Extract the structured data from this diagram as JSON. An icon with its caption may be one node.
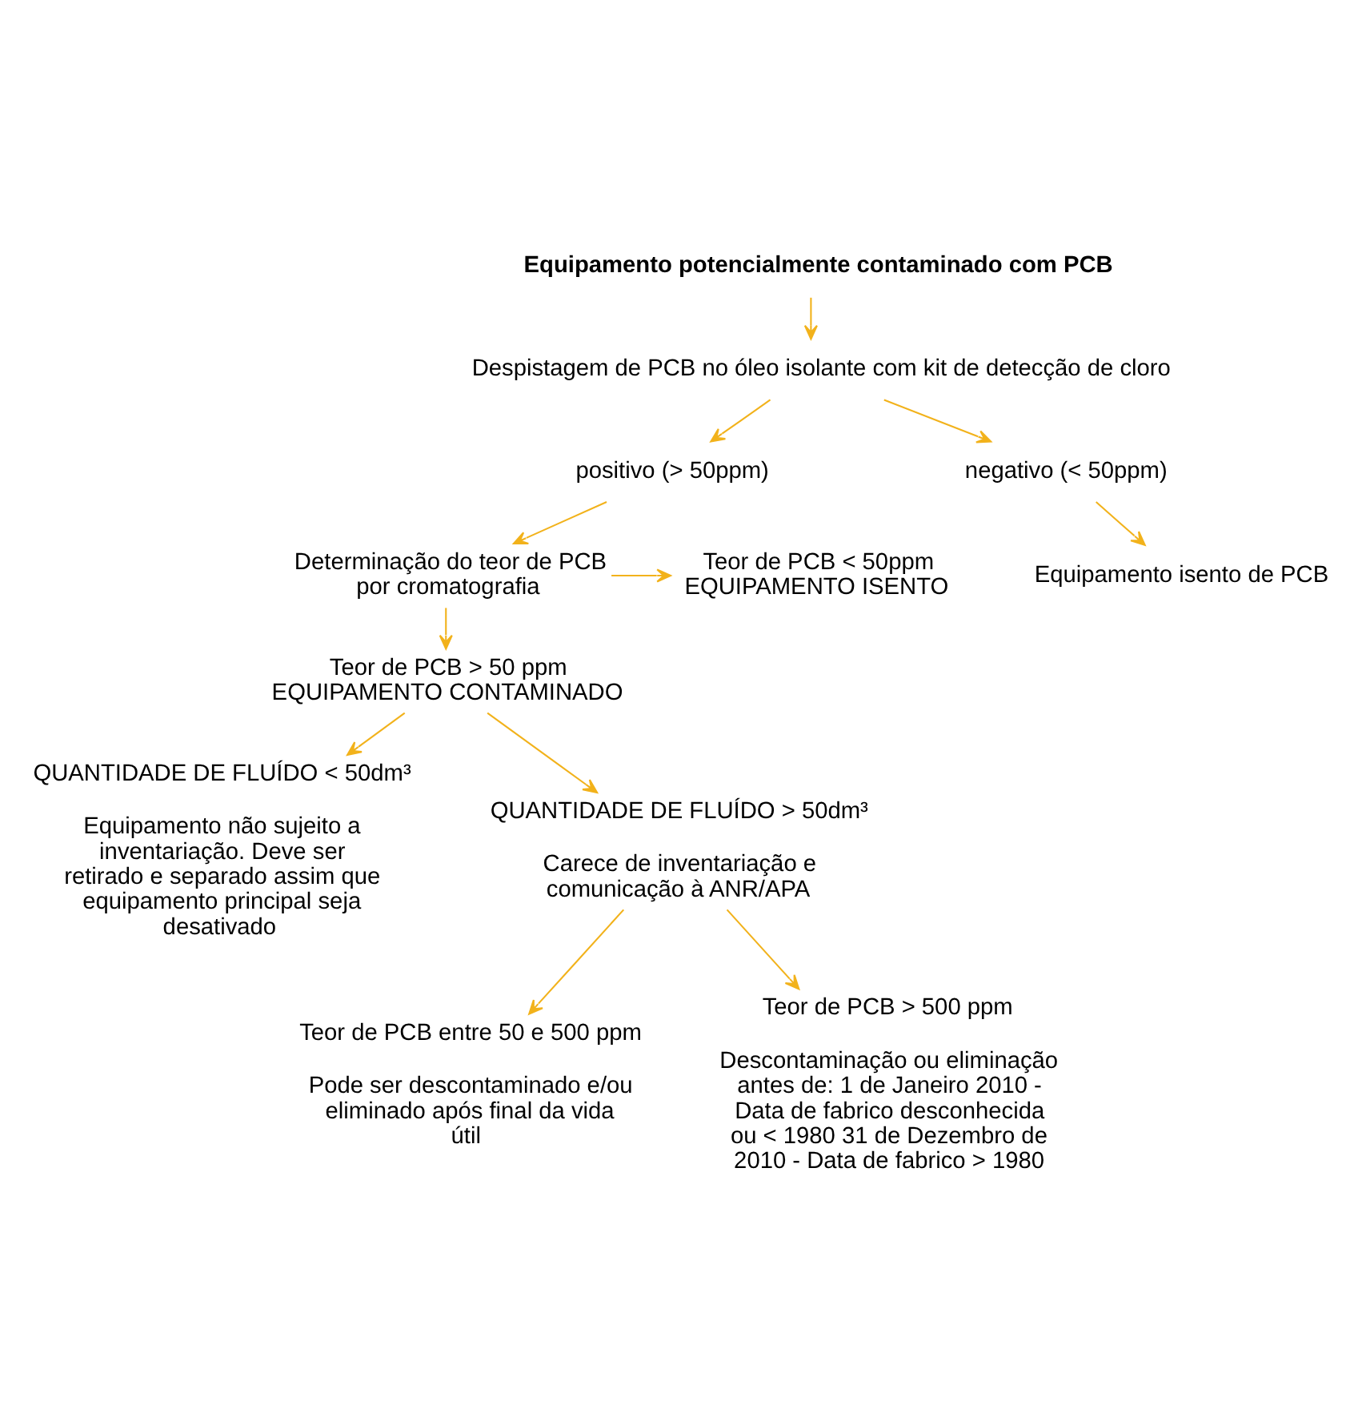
{
  "diagram": {
    "nodes": [
      {
        "text": [
          "Equipamento potencialmente contaminado com PCB"
        ]
      },
      {
        "text": [
          "Despistagem de PCB no óleo isolante com kit de detecção de cloro"
        ]
      },
      {
        "text": [
          "positivo (> 50ppm)"
        ]
      },
      {
        "text": [
          "negativo (< 50ppm)"
        ]
      },
      {
        "text": [
          "Teor de PCB < 50ppm EQUIPAMENTO ISENTO"
        ]
      },
      {
        "text": [
          "Determinação do teor de PCB por cromatografia"
        ]
      },
      {
        "text": [
          "Equipamento isento de PCB"
        ]
      },
      {
        "text": [
          "Teor de PCB > 50 ppm EQUIPAMENTO CONTAMINADO"
        ]
      },
      {
        "text": [
          "QUANTIDADE DE FLUÍDO < 50dm³",
          "Equipamento não sujeito a inventariação. Deve ser retirado e separado assim que equipamento principal seja desativado"
        ]
      },
      {
        "text": [
          "QUANTIDADE DE FLUÍDO > 50dm³",
          "Carece de inventariação e comunicação à ANR/APA"
        ]
      },
      {
        "text": [
          "Teor de PCB entre 50 e 500 ppm",
          "Pode ser descontaminado e/ou eliminado após final da vida útil"
        ]
      },
      {
        "text": [
          "Teor de PCB > 500 ppm",
          "Descontaminação ou eliminação antes de: 1 de Janeiro 2010 - Data de fabrico desconhecida ou < 1980 31 de Dezembro de 2010 - Data de fabrico > 1980"
        ]
      }
    ],
    "edges": [
      {
        "from": 0,
        "to": 1,
        "arrow": "to"
      },
      {
        "from": 1,
        "to": 2,
        "arrow": "to"
      },
      {
        "from": 1,
        "to": 3,
        "arrow": "to"
      },
      {
        "from": 2,
        "to": 5,
        "arrow": "to"
      },
      {
        "from": 3,
        "to": 6,
        "arrow": "to"
      },
      {
        "from": 5,
        "to": 4,
        "arrow": "to"
      },
      {
        "from": 5,
        "to": 7,
        "arrow": "to"
      },
      {
        "from": 7,
        "to": 8,
        "arrow": "to"
      },
      {
        "from": 7,
        "to": 9,
        "arrow": "to"
      },
      {
        "from": 9,
        "to": 10,
        "arrow": "to"
      },
      {
        "from": 9,
        "to": 11,
        "arrow": "to"
      }
    ]
  }
}
